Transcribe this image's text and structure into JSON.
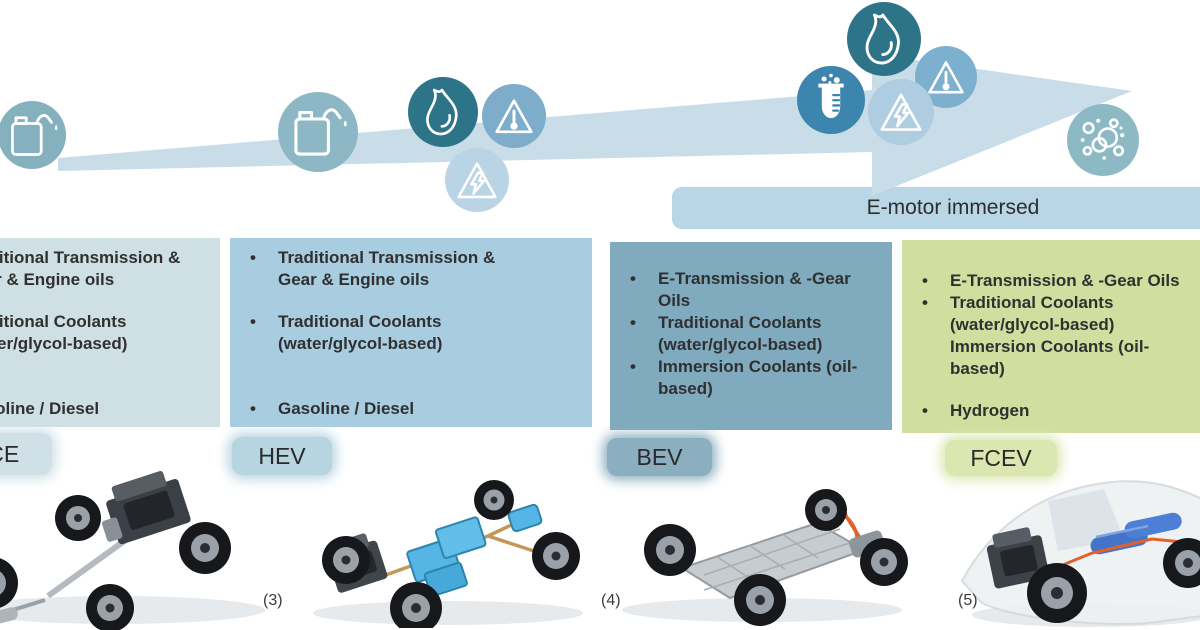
{
  "banner": {
    "label": "E-motor immersed"
  },
  "stages": [
    {
      "id": "ice",
      "label": "ICE",
      "note": "",
      "bullets": [
        {
          "text": "Traditional Transmission & Gear & Engine oils",
          "bullet": true,
          "gap": 0
        },
        {
          "text": "Traditional Coolants (water/glycol-based)",
          "bullet": true,
          "gap": 1
        },
        {
          "text": "Gasoline / Diesel",
          "bullet": true,
          "gap": 2
        }
      ]
    },
    {
      "id": "hev",
      "label": "HEV",
      "note": "(3)",
      "bullets": [
        {
          "text": "Traditional Transmission & Gear & Engine oils",
          "bullet": true,
          "gap": 0
        },
        {
          "text": "Traditional Coolants (water/glycol-based)",
          "bullet": true,
          "gap": 1
        },
        {
          "text": "Gasoline / Diesel",
          "bullet": true,
          "gap": 2
        }
      ]
    },
    {
      "id": "bev",
      "label": "BEV",
      "note": "(4)",
      "bullets": [
        {
          "text": "E-Transmission & -Gear Oils",
          "bullet": true,
          "gap": 0
        },
        {
          "text": "Traditional Coolants (water/glycol-based)",
          "bullet": true,
          "gap": 0
        },
        {
          "text": "Immersion Coolants (oil-based)",
          "bullet": true,
          "gap": 0
        }
      ]
    },
    {
      "id": "fcev",
      "label": "FCEV",
      "note": "(5)",
      "bullets": [
        {
          "text": "E-Transmission & -Gear Oils",
          "bullet": true,
          "gap": 0
        },
        {
          "text": "Traditional Coolants (water/glycol-based)",
          "bullet": true,
          "gap": 0
        },
        {
          "text": "Immersion Coolants (oil-based)",
          "bullet": false,
          "gap": 0
        },
        {
          "text": "Hydrogen",
          "bullet": true,
          "gap": 1
        }
      ]
    }
  ],
  "icons": [
    "oil-canister-icon",
    "oil-canister-icon",
    "flame-icon",
    "temperature-warning-icon",
    "electric-hazard-icon",
    "chemical-beaker-icon",
    "flame-icon",
    "electric-hazard-icon",
    "temperature-warning-icon",
    "immersion-bubbles-icon"
  ],
  "colors": {
    "text_dark": "#303030",
    "arrow": "#c9dde9",
    "banner": "#b9d6e6",
    "box_ice": "#cfe0e5",
    "box_hev": "#a9cde0",
    "box_bev": "#80aabe",
    "box_fcev": "#d0dfa0",
    "pill_ice": "#cfe0e6",
    "pill_hev": "#b7d4e1",
    "pill_bev": "#8cafc0",
    "pill_fcev": "#dbe6b0",
    "circle_can1": "#85b0be",
    "circle_can2": "#8db7c5",
    "circle_flame": "#2e7488",
    "circle_thermo": "#7dadcb",
    "circle_elec": "#b9d4e4",
    "circle_beaker": "#3c85ae",
    "circle_elec2": "#aecde0",
    "circle_thermo2": "#7db0ce",
    "circle_bubbles": "#8db9c4",
    "battery_blue": "#55b5e5",
    "cable_gold": "#c49755",
    "cable_orange": "#e4602a",
    "tank_blue": "#4374c8"
  }
}
